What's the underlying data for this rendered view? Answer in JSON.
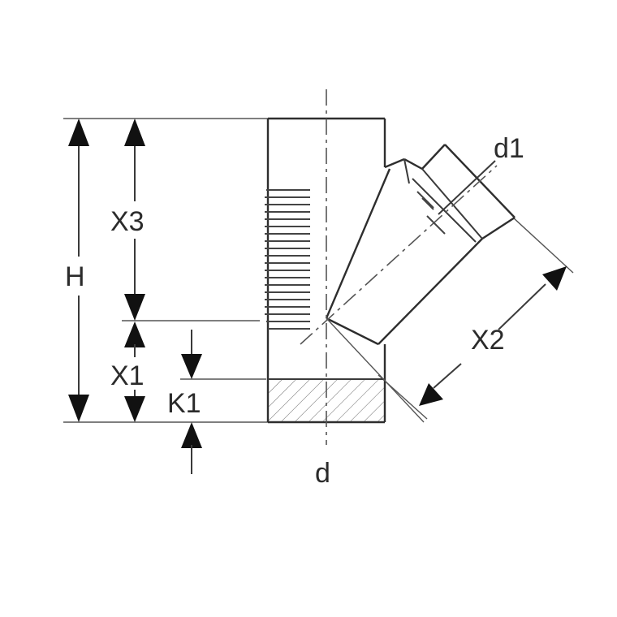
{
  "labels": {
    "H": "H",
    "X3": "X3",
    "X1": "X1",
    "K1": "K1",
    "d": "d",
    "d1": "d1",
    "X2": "X2"
  },
  "colors": {
    "line": "#2e2e2e",
    "arrow": "#111111",
    "hatch": "#666666"
  }
}
